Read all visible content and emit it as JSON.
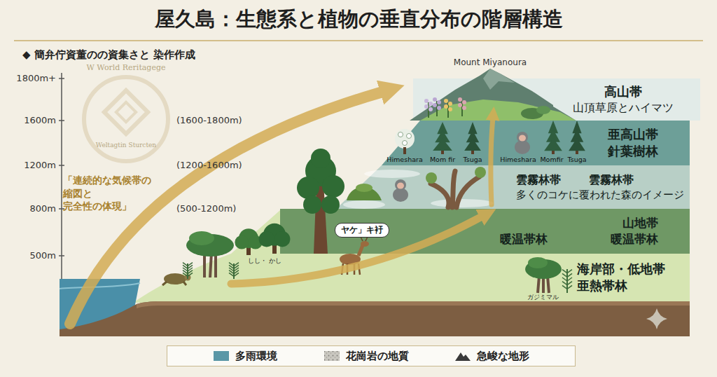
{
  "diagram": {
    "title": "屋久島：生態系と植物の垂直分布の階層構造",
    "nodes": [
      {
        "text": [
          "高山帯",
          "山頂草原とハイマツ"
        ]
      },
      {
        "text": [
          "亜高山帯",
          "針葉樹林"
        ]
      },
      {
        "text": [
          "雲霧林帯",
          "雲霧林帯",
          "多くのコケに覆われた森のイメージ"
        ]
      },
      {
        "text": [
          "暖温帯林",
          "山地帯",
          "暖温帯林"
        ]
      },
      {
        "text": [
          "ヤケ」キ衧"
        ],
        "in": 3
      },
      {
        "text": [
          "海岸部・低地帯",
          "亜熱帯林"
        ]
      }
    ],
    "labels": [
      "◆ 簡弁佇資董のの資集さと 染作作成",
      "1800m+",
      "1600m",
      "1200m",
      "800m",
      "500m",
      "(1600-1800m)",
      "(1200-1600m)",
      "(500-1200m)",
      "W World Reritagege",
      "Weltagtin Sturcten",
      "「連続的な気候帯の 縮図と 完全性の体現」",
      "Mount Miyanoura",
      "Himeshara",
      "Mom fir",
      "Tsuga",
      "Himeshara",
      "Momfir",
      "Tsuga",
      "しし・ かし",
      "ガジミマル"
    ],
    "legend": [
      {
        "text": "多雨環境",
        "color": "#5a97a6"
      },
      {
        "text": "花崗岩の地質"
      },
      {
        "text": "急峻な地形"
      }
    ]
  }
}
